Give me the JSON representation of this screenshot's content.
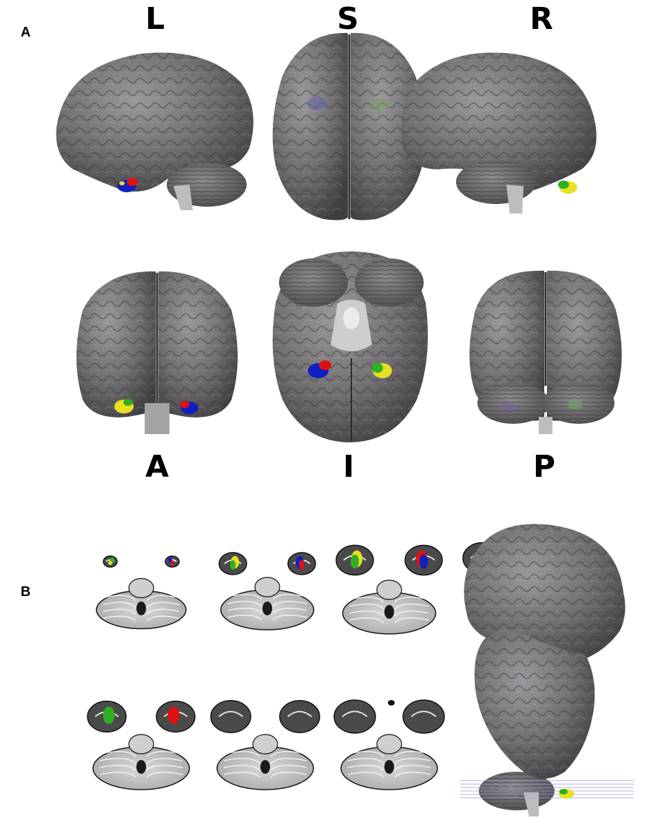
{
  "panels": {
    "a": {
      "label": "A"
    },
    "b": {
      "label": "B"
    }
  },
  "view_labels": {
    "left": "L",
    "superior": "S",
    "right": "R",
    "anterior": "A",
    "inferior": "I",
    "posterior": "P"
  },
  "colors": {
    "cluster_red": "#e01010",
    "cluster_blue": "#1020c0",
    "cluster_green": "#2fb020",
    "cluster_yellow": "#e8e020",
    "cortex": "#6f6d70",
    "slice_gray": "#bdbdbd"
  }
}
